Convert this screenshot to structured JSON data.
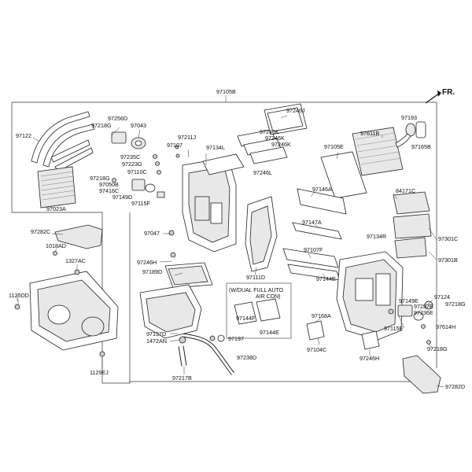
{
  "direction_label": "FR.",
  "note": {
    "line1": "(W/DUAL FULL AUTO",
    "line2": "AIR CON)"
  },
  "labels": {
    "p97105B": "97105B",
    "p97246J": "97246J",
    "p97193": "97193",
    "p97122": "97122",
    "p97256D": "97256D",
    "p97218G_a": "97218G",
    "p97043": "97043",
    "p97211J": "97211J",
    "p97107": "97107",
    "p97134L": "97134L",
    "p97246K_a": "97246K",
    "p97246K_b": "97246K",
    "p97246K_c": "97246K",
    "p97105E": "97105E",
    "p97611B": "97611B",
    "p97165B": "97165B",
    "p97235C": "97235C",
    "p97223G": "97223G",
    "p97110C": "97110C",
    "p97246L": "97246L",
    "p97218G_b": "97218G",
    "p97050B": "97050B",
    "p97416C": "97416C",
    "p97149D": "97149D",
    "p97115F": "97115F",
    "p97146A": "97146A",
    "p84171C": "84171C",
    "p97023A": "97023A",
    "p97282C": "97282C",
    "p97047": "97047",
    "p97147A": "97147A",
    "p97134R": "97134R",
    "p97301C": "97301C",
    "p1018AD": "1018AD",
    "p1327AC": "1327AC",
    "p97246H_a": "97246H",
    "p97107F": "97107F",
    "p97301B": "97301B",
    "p97189D": "97189D",
    "p97111D": "97111D",
    "p97144E_a": "97144E",
    "p1125DD": "1125DD",
    "p97149E": "97149E",
    "p97124": "97124",
    "p97257E": "97257E",
    "p97218G_c": "97218G",
    "p97236E": "97236E",
    "p97168A": "97168A",
    "p97144F": "97144F",
    "p97115E": "97115E",
    "p97614H": "97614H",
    "p97137D": "97137D",
    "p1472AN": "1472AN",
    "p97197": "97197",
    "p97144E_b": "97144E",
    "p97104C": "97104C",
    "p97218G_d": "97218G",
    "p97238D": "97238D",
    "p97246H_b": "97246H",
    "p1129EJ": "1129EJ",
    "p97217B": "97217B",
    "p97282D": "97282D"
  }
}
